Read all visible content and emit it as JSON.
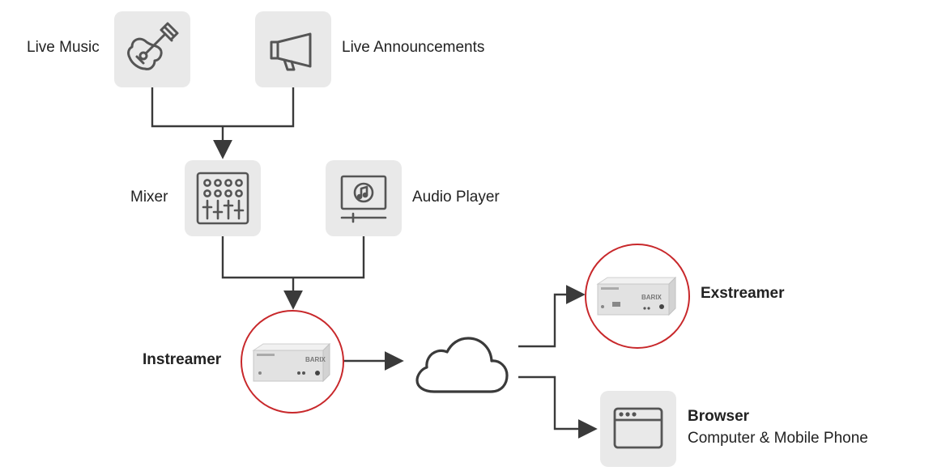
{
  "nodes": {
    "live_music": {
      "label": "Live Music",
      "icon": "guitar-icon"
    },
    "live_announcements": {
      "label": "Live Announcements",
      "icon": "megaphone-icon"
    },
    "mixer": {
      "label": "Mixer",
      "icon": "mixer-icon"
    },
    "audio_player": {
      "label": "Audio Player",
      "icon": "music-player-icon"
    },
    "instreamer": {
      "label": "Instreamer",
      "device_brand": "BARIX"
    },
    "cloud": {
      "icon": "cloud-icon"
    },
    "exstreamer": {
      "label": "Exstreamer",
      "device_brand": "BARIX"
    },
    "browser": {
      "label": "Browser",
      "sublabel": "Computer & Mobile Phone",
      "icon": "browser-window-icon"
    }
  },
  "colors": {
    "line": "#3a3a3a",
    "tile": "#e9e9e9",
    "icon": "#555555",
    "highlight_ring": "#c8282b"
  }
}
